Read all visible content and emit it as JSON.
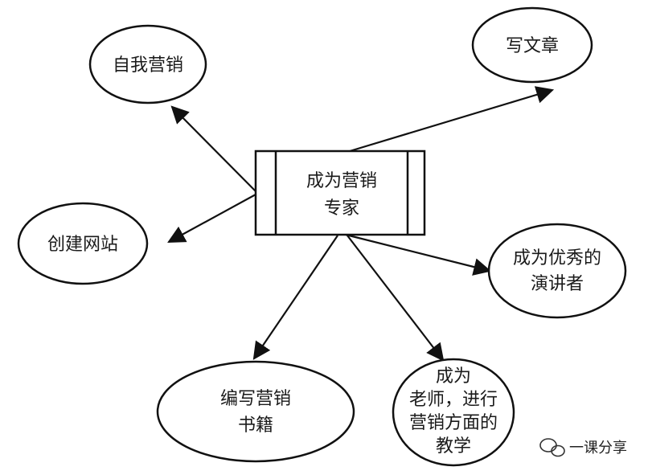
{
  "diagram": {
    "center": {
      "lines": [
        "成为营销",
        "专家"
      ]
    },
    "nodes": [
      {
        "id": "self-marketing",
        "lines": [
          "自我营销"
        ]
      },
      {
        "id": "write-articles",
        "lines": [
          "写文章"
        ]
      },
      {
        "id": "build-website",
        "lines": [
          "创建网站"
        ]
      },
      {
        "id": "excellent-speaker",
        "lines": [
          "成为优秀的",
          "演讲者"
        ]
      },
      {
        "id": "write-marketing-books",
        "lines": [
          "编写营销",
          "书籍"
        ]
      },
      {
        "id": "become-teacher",
        "lines": [
          "成为",
          "老师，进行",
          "营销方面的",
          "教学"
        ]
      }
    ]
  },
  "watermark": {
    "text": "一课分享"
  }
}
